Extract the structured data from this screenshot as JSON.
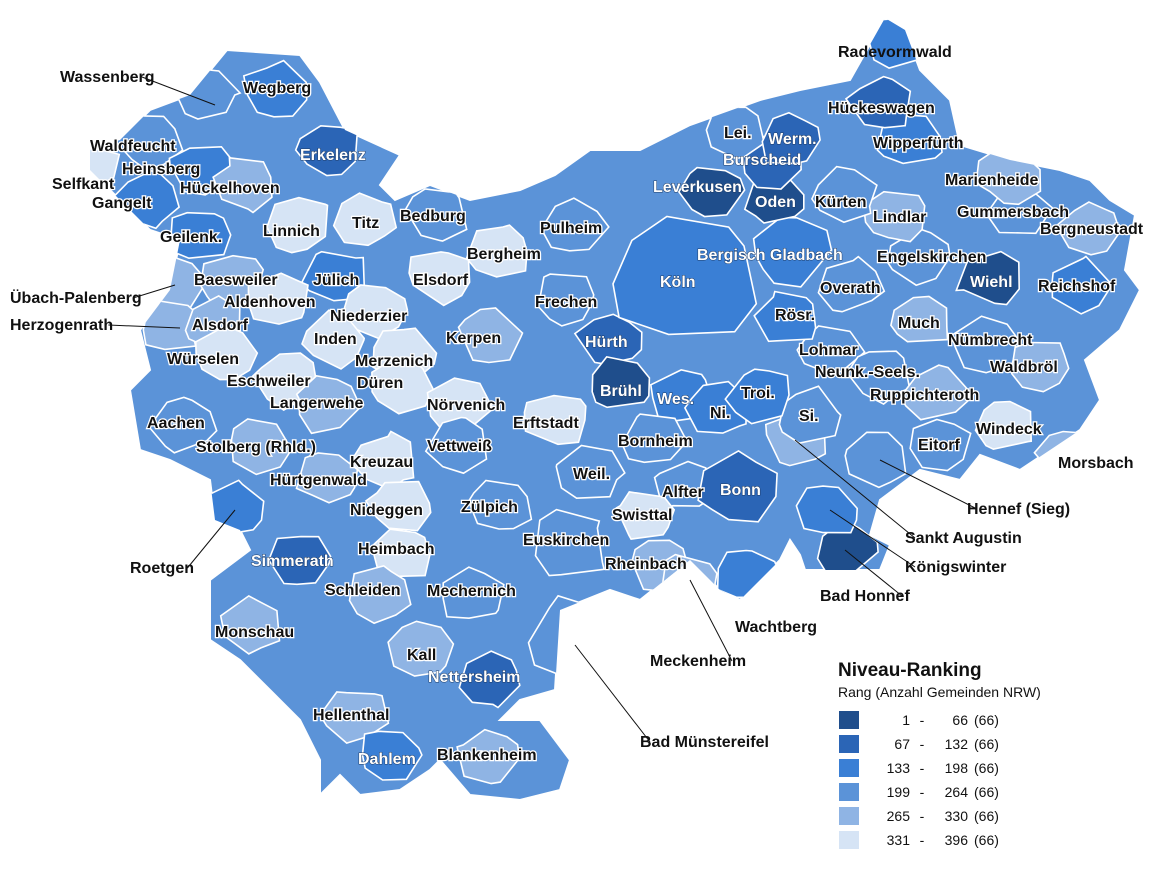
{
  "legend": {
    "title": "Niveau-Ranking",
    "subtitle": "Rang (Anzahl Gemeinden NRW)",
    "classes": [
      {
        "from": "1",
        "sep": "-",
        "to": "66",
        "count": "(66)",
        "color": "#1f4e8c"
      },
      {
        "from": "67",
        "sep": "-",
        "to": "132",
        "count": "(66)",
        "color": "#2b65b6"
      },
      {
        "from": "133",
        "sep": "-",
        "to": "198",
        "count": "(66)",
        "color": "#3a7fd5"
      },
      {
        "from": "199",
        "sep": "-",
        "to": "264",
        "count": "(66)",
        "color": "#5b93d8"
      },
      {
        "from": "265",
        "sep": "-",
        "to": "330",
        "count": "(66)",
        "color": "#8fb4e4"
      },
      {
        "from": "331",
        "sep": "-",
        "to": "396",
        "count": "(66)",
        "color": "#d6e4f5"
      }
    ]
  },
  "map": {
    "outline_color": "#ffffff",
    "regions": [
      {
        "name": "Wassenberg",
        "cls": 3
      },
      {
        "name": "Wegberg",
        "cls": 2
      },
      {
        "name": "Erkelenz",
        "cls": 1
      },
      {
        "name": "Waldfeucht",
        "cls": 3
      },
      {
        "name": "Heinsberg",
        "cls": 2
      },
      {
        "name": "Hückelhoven",
        "cls": 4
      },
      {
        "name": "Selfkant",
        "cls": 5
      },
      {
        "name": "Gangelt",
        "cls": 2
      },
      {
        "name": "Geilenk.",
        "cls": 2
      },
      {
        "name": "Linnich",
        "cls": 5
      },
      {
        "name": "Titz",
        "cls": 5
      },
      {
        "name": "Bedburg",
        "cls": 3
      },
      {
        "name": "Bergheim",
        "cls": 5
      },
      {
        "name": "Pulheim",
        "cls": 3
      },
      {
        "name": "Übach-Palenberg",
        "cls": 4
      },
      {
        "name": "Baesweiler",
        "cls": 4
      },
      {
        "name": "Jülich",
        "cls": 2
      },
      {
        "name": "Elsdorf",
        "cls": 5
      },
      {
        "name": "Aldenhoven",
        "cls": 5
      },
      {
        "name": "Niederzier",
        "cls": 5
      },
      {
        "name": "Herzogenrath",
        "cls": 4
      },
      {
        "name": "Alsdorf",
        "cls": 4
      },
      {
        "name": "Inden",
        "cls": 5
      },
      {
        "name": "Würselen",
        "cls": 5
      },
      {
        "name": "Merzenich",
        "cls": 5
      },
      {
        "name": "Kerpen",
        "cls": 4
      },
      {
        "name": "Frechen",
        "cls": 3
      },
      {
        "name": "Hürth",
        "cls": 1
      },
      {
        "name": "Köln",
        "cls": 2
      },
      {
        "name": "Eschweiler",
        "cls": 5
      },
      {
        "name": "Düren",
        "cls": 5
      },
      {
        "name": "Langerwehe",
        "cls": 4
      },
      {
        "name": "Nörvenich",
        "cls": 5
      },
      {
        "name": "Erftstadt",
        "cls": 5
      },
      {
        "name": "Brühl",
        "cls": 0
      },
      {
        "name": "Wes.",
        "cls": 2
      },
      {
        "name": "Ni.",
        "cls": 2
      },
      {
        "name": "Aachen",
        "cls": 3
      },
      {
        "name": "Stolberg (Rhld.)",
        "cls": 4
      },
      {
        "name": "Vettweiß",
        "cls": 3
      },
      {
        "name": "Kreuzau",
        "cls": 5
      },
      {
        "name": "Bornheim",
        "cls": 3
      },
      {
        "name": "Hürtgenwald",
        "cls": 4
      },
      {
        "name": "Weil.",
        "cls": 3
      },
      {
        "name": "Alfter",
        "cls": 3
      },
      {
        "name": "Roetgen",
        "cls": 2
      },
      {
        "name": "Nideggen",
        "cls": 5
      },
      {
        "name": "Zülpich",
        "cls": 3
      },
      {
        "name": "Swisttal",
        "cls": 5
      },
      {
        "name": "Bonn",
        "cls": 1
      },
      {
        "name": "Simmerath",
        "cls": 1
      },
      {
        "name": "Heimbach",
        "cls": 5
      },
      {
        "name": "Euskirchen",
        "cls": 3
      },
      {
        "name": "Rheinbach",
        "cls": 4
      },
      {
        "name": "Schleiden",
        "cls": 4
      },
      {
        "name": "Mechernich",
        "cls": 3
      },
      {
        "name": "Monschau",
        "cls": 4
      },
      {
        "name": "Kall",
        "cls": 4
      },
      {
        "name": "Nettersheim",
        "cls": 1
      },
      {
        "name": "Hellenthal",
        "cls": 4
      },
      {
        "name": "Dahlem",
        "cls": 2
      },
      {
        "name": "Blankenheim",
        "cls": 4
      },
      {
        "name": "Bad Münstereifel",
        "cls": 3
      },
      {
        "name": "Meckenheim",
        "cls": 4
      },
      {
        "name": "Wachtberg",
        "cls": 2
      },
      {
        "name": "Bad Honnef",
        "cls": 0
      },
      {
        "name": "Königswinter",
        "cls": 2
      },
      {
        "name": "Sankt Augustin",
        "cls": 4
      },
      {
        "name": "Hennef (Sieg)",
        "cls": 3
      },
      {
        "name": "Si.",
        "cls": 3
      },
      {
        "name": "Troi.",
        "cls": 2
      },
      {
        "name": "Lohmar",
        "cls": 3
      },
      {
        "name": "Neunk.-Seels.",
        "cls": 3
      },
      {
        "name": "Ruppichteroth",
        "cls": 4
      },
      {
        "name": "Eitorf",
        "cls": 3
      },
      {
        "name": "Windeck",
        "cls": 5
      },
      {
        "name": "Morsbach",
        "cls": 4
      },
      {
        "name": "Waldbröl",
        "cls": 4
      },
      {
        "name": "Nümbrecht",
        "cls": 3
      },
      {
        "name": "Much",
        "cls": 4
      },
      {
        "name": "Rösr.",
        "cls": 2
      },
      {
        "name": "Overath",
        "cls": 3
      },
      {
        "name": "Wiehl",
        "cls": 0
      },
      {
        "name": "Reichshof",
        "cls": 2
      },
      {
        "name": "Engelskirchen",
        "cls": 3
      },
      {
        "name": "Bergisch Gladbach",
        "cls": 2
      },
      {
        "name": "Lindlar",
        "cls": 4
      },
      {
        "name": "Bergneustadt",
        "cls": 4
      },
      {
        "name": "Gummersbach",
        "cls": 3
      },
      {
        "name": "Marienheide",
        "cls": 4
      },
      {
        "name": "Kürten",
        "cls": 3
      },
      {
        "name": "Oden",
        "cls": 0
      },
      {
        "name": "Leverkusen",
        "cls": 0
      },
      {
        "name": "Burscheid",
        "cls": 1
      },
      {
        "name": "Lei.",
        "cls": 3
      },
      {
        "name": "Werm.",
        "cls": 1
      },
      {
        "name": "Wipperfürth",
        "cls": 2
      },
      {
        "name": "Hückeswagen",
        "cls": 1
      },
      {
        "name": "Radevormwald",
        "cls": 2
      }
    ]
  }
}
